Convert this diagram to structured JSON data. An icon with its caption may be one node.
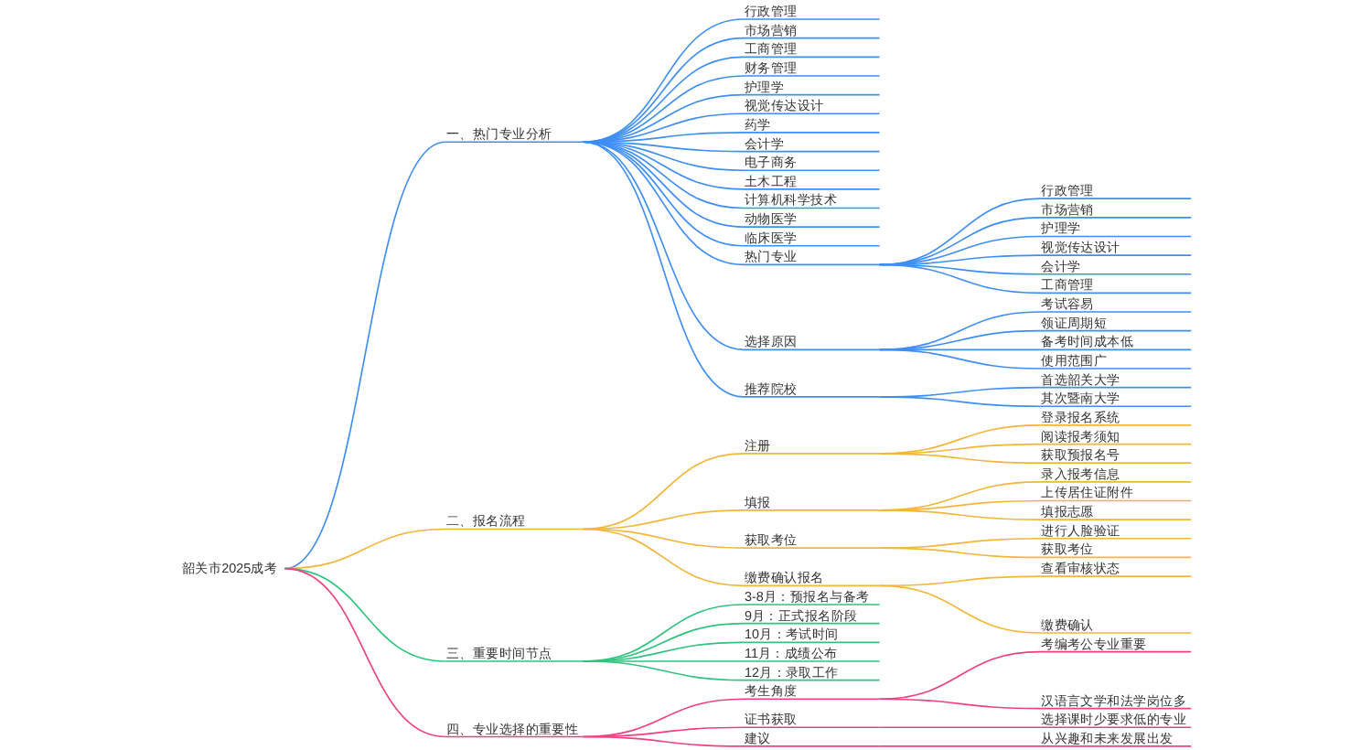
{
  "diagram": {
    "nodes": [
      {
        "text": [
          "韶关市2025成考"
        ]
      },
      {
        "text": [
          "一、热门专业分析"
        ]
      },
      {
        "text": [
          "行政管理"
        ]
      },
      {
        "text": [
          "市场营销"
        ]
      },
      {
        "text": [
          "工商管理"
        ]
      },
      {
        "text": [
          "财务管理"
        ]
      },
      {
        "text": [
          "护理学"
        ]
      },
      {
        "text": [
          "视觉传达设计"
        ]
      },
      {
        "text": [
          "药学"
        ]
      },
      {
        "text": [
          "会计学"
        ]
      },
      {
        "text": [
          "电子商务"
        ]
      },
      {
        "text": [
          "土木工程"
        ]
      },
      {
        "text": [
          "计算机科学技术"
        ]
      },
      {
        "text": [
          "动物医学"
        ]
      },
      {
        "text": [
          "临床医学"
        ]
      },
      {
        "text": [
          "热门专业"
        ]
      },
      {
        "text": [
          "行政管理"
        ]
      },
      {
        "text": [
          "市场营销"
        ]
      },
      {
        "text": [
          "护理学"
        ]
      },
      {
        "text": [
          "视觉传达设计"
        ]
      },
      {
        "text": [
          "会计学"
        ]
      },
      {
        "text": [
          "工商管理"
        ]
      },
      {
        "text": [
          "选择原因"
        ]
      },
      {
        "text": [
          "考试容易"
        ]
      },
      {
        "text": [
          "领证周期短"
        ]
      },
      {
        "text": [
          "备考时间成本低"
        ]
      },
      {
        "text": [
          "使用范围广"
        ]
      },
      {
        "text": [
          "推荐院校"
        ]
      },
      {
        "text": [
          "首选韶关大学"
        ]
      },
      {
        "text": [
          "其次暨南大学"
        ]
      },
      {
        "text": [
          "二、报名流程"
        ]
      },
      {
        "text": [
          "注册"
        ]
      },
      {
        "text": [
          "登录报名系统"
        ]
      },
      {
        "text": [
          "阅读报考须知"
        ]
      },
      {
        "text": [
          "获取预报名号"
        ]
      },
      {
        "text": [
          "填报"
        ]
      },
      {
        "text": [
          "录入报考信息"
        ]
      },
      {
        "text": [
          "上传居住证附件"
        ]
      },
      {
        "text": [
          "填报志愿"
        ]
      },
      {
        "text": [
          "获取考位"
        ]
      },
      {
        "text": [
          "进行人脸验证"
        ]
      },
      {
        "text": [
          "获取考位"
        ]
      },
      {
        "text": [
          "缴费确认报名"
        ]
      },
      {
        "text": [
          "查看审核状态"
        ]
      },
      {
        "text": [
          "缴费确认"
        ]
      },
      {
        "text": [
          "三、重要时间节点"
        ]
      },
      {
        "text": [
          "3-8月：预报名与备考"
        ]
      },
      {
        "text": [
          "9月：正式报名阶段"
        ]
      },
      {
        "text": [
          "10月：考试时间"
        ]
      },
      {
        "text": [
          "11月：成绩公布"
        ]
      },
      {
        "text": [
          "12月：录取工作"
        ]
      },
      {
        "text": [
          "四、专业选择的重要性"
        ]
      },
      {
        "text": [
          "考生角度"
        ]
      },
      {
        "text": [
          "考编考公专业重要"
        ]
      },
      {
        "text": [
          "汉语言文学和法学岗位多"
        ]
      },
      {
        "text": [
          "证书获取"
        ]
      },
      {
        "text": [
          "选择课时少要求低的专业"
        ]
      },
      {
        "text": [
          "建议"
        ]
      },
      {
        "text": [
          "从兴趣和未来发展出发"
        ]
      }
    ],
    "edges": [
      {
        "from": 0,
        "to": 1,
        "arrow": "none"
      },
      {
        "from": 1,
        "to": 2,
        "arrow": "none"
      },
      {
        "from": 1,
        "to": 3,
        "arrow": "none"
      },
      {
        "from": 1,
        "to": 4,
        "arrow": "none"
      },
      {
        "from": 1,
        "to": 5,
        "arrow": "none"
      },
      {
        "from": 1,
        "to": 6,
        "arrow": "none"
      },
      {
        "from": 1,
        "to": 7,
        "arrow": "none"
      },
      {
        "from": 1,
        "to": 8,
        "arrow": "none"
      },
      {
        "from": 1,
        "to": 9,
        "arrow": "none"
      },
      {
        "from": 1,
        "to": 10,
        "arrow": "none"
      },
      {
        "from": 1,
        "to": 11,
        "arrow": "none"
      },
      {
        "from": 1,
        "to": 12,
        "arrow": "none"
      },
      {
        "from": 1,
        "to": 13,
        "arrow": "none"
      },
      {
        "from": 1,
        "to": 14,
        "arrow": "none"
      },
      {
        "from": 1,
        "to": 15,
        "arrow": "none"
      },
      {
        "from": 15,
        "to": 16,
        "arrow": "none"
      },
      {
        "from": 15,
        "to": 17,
        "arrow": "none"
      },
      {
        "from": 15,
        "to": 18,
        "arrow": "none"
      },
      {
        "from": 15,
        "to": 19,
        "arrow": "none"
      },
      {
        "from": 15,
        "to": 20,
        "arrow": "none"
      },
      {
        "from": 15,
        "to": 21,
        "arrow": "none"
      },
      {
        "from": 1,
        "to": 22,
        "arrow": "none"
      },
      {
        "from": 22,
        "to": 23,
        "arrow": "none"
      },
      {
        "from": 22,
        "to": 24,
        "arrow": "none"
      },
      {
        "from": 22,
        "to": 25,
        "arrow": "none"
      },
      {
        "from": 22,
        "to": 26,
        "arrow": "none"
      },
      {
        "from": 1,
        "to": 27,
        "arrow": "none"
      },
      {
        "from": 27,
        "to": 28,
        "arrow": "none"
      },
      {
        "from": 27,
        "to": 29,
        "arrow": "none"
      },
      {
        "from": 0,
        "to": 30,
        "arrow": "none",
        "color": "#f4b63a"
      },
      {
        "from": 30,
        "to": 31,
        "arrow": "none",
        "color": "#f4b63a"
      },
      {
        "from": 31,
        "to": 32,
        "arrow": "none",
        "color": "#f4b63a"
      },
      {
        "from": 31,
        "to": 33,
        "arrow": "none",
        "color": "#f4b63a"
      },
      {
        "from": 31,
        "to": 34,
        "arrow": "none",
        "color": "#f4b63a"
      },
      {
        "from": 30,
        "to": 35,
        "arrow": "none",
        "color": "#f4b63a"
      },
      {
        "from": 35,
        "to": 36,
        "arrow": "none",
        "color": "#f4b63a"
      },
      {
        "from": 35,
        "to": 37,
        "arrow": "none",
        "color": "#f4b63a"
      },
      {
        "from": 35,
        "to": 38,
        "arrow": "none",
        "color": "#f4b63a"
      },
      {
        "from": 30,
        "to": 39,
        "arrow": "none",
        "color": "#f4b63a"
      },
      {
        "from": 39,
        "to": 40,
        "arrow": "none",
        "color": "#f4b63a"
      },
      {
        "from": 39,
        "to": 41,
        "arrow": "none",
        "color": "#f4b63a"
      },
      {
        "from": 30,
        "to": 42,
        "arrow": "none",
        "color": "#f4b63a"
      },
      {
        "from": 42,
        "to": 43,
        "arrow": "none",
        "color": "#f4b63a"
      },
      {
        "from": 42,
        "to": 44,
        "arrow": "none",
        "color": "#f4b63a"
      },
      {
        "from": 0,
        "to": 45,
        "arrow": "none",
        "color": "#2fc47e"
      },
      {
        "from": 45,
        "to": 46,
        "arrow": "none",
        "color": "#2fc47e"
      },
      {
        "from": 45,
        "to": 47,
        "arrow": "none",
        "color": "#2fc47e"
      },
      {
        "from": 45,
        "to": 48,
        "arrow": "none",
        "color": "#2fc47e"
      },
      {
        "from": 45,
        "to": 49,
        "arrow": "none",
        "color": "#2fc47e"
      },
      {
        "from": 45,
        "to": 50,
        "arrow": "none",
        "color": "#2fc47e"
      },
      {
        "from": 0,
        "to": 51,
        "arrow": "none",
        "color": "#f0407f"
      },
      {
        "from": 51,
        "to": 52,
        "arrow": "none",
        "color": "#f0407f"
      },
      {
        "from": 52,
        "to": 53,
        "arrow": "none",
        "color": "#f0407f"
      },
      {
        "from": 52,
        "to": 54,
        "arrow": "none",
        "color": "#f0407f"
      },
      {
        "from": 51,
        "to": 55,
        "arrow": "none",
        "color": "#f0407f"
      },
      {
        "from": 55,
        "to": 56,
        "arrow": "none",
        "color": "#f0407f"
      },
      {
        "from": 51,
        "to": 57,
        "arrow": "none",
        "color": "#f0407f"
      },
      {
        "from": 57,
        "to": 58,
        "arrow": "none",
        "color": "#f0407f"
      }
    ]
  }
}
